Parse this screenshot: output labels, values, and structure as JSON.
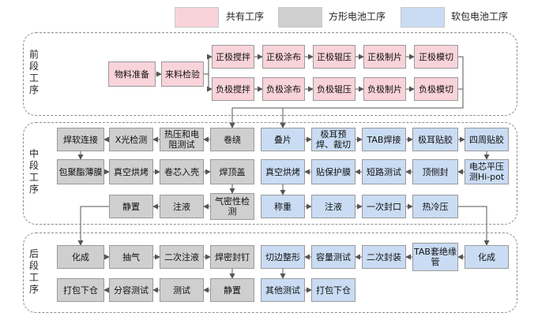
{
  "colors": {
    "common": "#f9d3da",
    "square": "#cfcfcf",
    "pouch": "#c9dcf3",
    "line": "#555555"
  },
  "legend": [
    {
      "label": "共有工序",
      "color": "#f9d3da"
    },
    {
      "label": "方形电池工序",
      "color": "#cfcfcf"
    },
    {
      "label": "软包电池工序",
      "color": "#c9dcf3"
    }
  ],
  "sections": {
    "front": "前段工序",
    "middle": "中段工序",
    "back": "后段工序"
  },
  "steps": {
    "material_prep": "物料准备",
    "incoming_inspection": "来料检验",
    "pos_mixing": "正极搅拌",
    "pos_coating": "正极涂布",
    "pos_rolling": "正极辊压",
    "pos_slitting": "正极制片",
    "pos_die_cut": "正极模切",
    "neg_mixing": "负极搅拌",
    "neg_coating": "负极涂布",
    "neg_rolling": "负极辊压",
    "neg_slitting": "负极制片",
    "neg_die_cut": "负极模切",
    "welding_soft": "焊软连接",
    "xray": "X光检测",
    "hot_press": "热压和电阻测试",
    "winding": "卷绕",
    "stacking": "叠片",
    "tab_weld_cut": "极耳预焊、裁切",
    "tab_welding": "TAB焊接",
    "tab_taping": "极耳贴胶",
    "side_taping": "四周贴胶",
    "pe_film": "包聚酯薄膜",
    "vacuum_bake_sq": "真空烘烤",
    "core_insert": "卷芯入壳",
    "top_cover_weld": "焊顶盖",
    "vacuum_bake_pouch": "真空烘烤",
    "protect_film": "贴保护膜",
    "short_test": "短路测试",
    "top_side_seal": "顶侧封",
    "hipot": "电芯平压测Hi-pot",
    "standing_sq": "静置",
    "injection_sq": "注液",
    "air_tight": "气密性检测",
    "weighing": "称重",
    "injection_pouch": "注液",
    "first_seal": "一次封口",
    "hot_cold_press": "热冷压",
    "formation_sq": "化成",
    "evacuate": "抽气",
    "second_injection": "二次注液",
    "weld_seal_nail": "焊密封钉",
    "edge_shaping": "切边整形",
    "capacity_test": "容量测试",
    "second_seal": "二次封装",
    "tab_insulation": "TAB套绝缘管",
    "formation_pouch": "化成",
    "pack_out_sq": "打包下仓",
    "grading_test": "分容测试",
    "test": "测试",
    "standing_final": "静置",
    "other_test": "其他测试",
    "pack_out_pouch": "打包下仓"
  }
}
